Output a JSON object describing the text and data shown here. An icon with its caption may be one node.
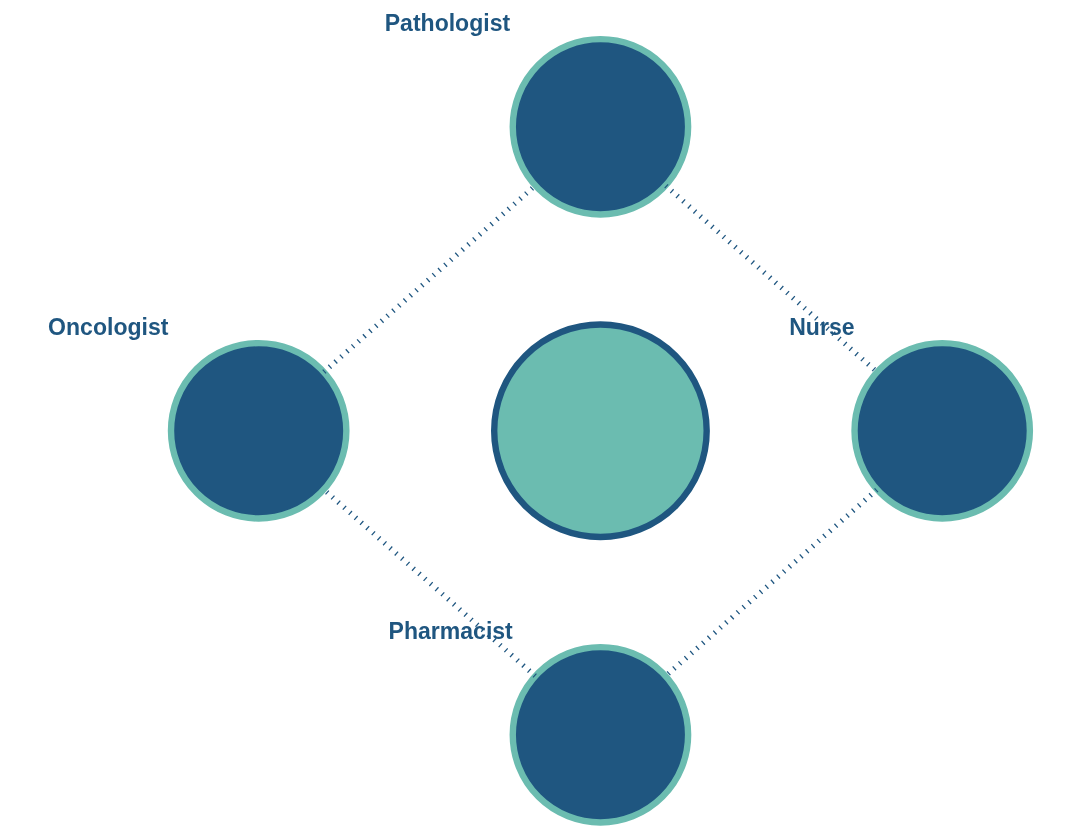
{
  "diagram": {
    "nodes": [
      {
        "text": [
          "Pathologist"
        ]
      },
      {
        "text": [
          "Oncologist"
        ]
      },
      {
        "text": [],
        "shape": "person"
      },
      {
        "text": [
          "Nurse"
        ]
      },
      {
        "text": [
          "Pharmacist"
        ]
      }
    ],
    "edges": [
      {
        "from": 0,
        "to": 3,
        "arrow": "none",
        "style": "dashed"
      },
      {
        "from": 3,
        "to": 4,
        "arrow": "none",
        "style": "dashed"
      },
      {
        "from": 4,
        "to": 1,
        "arrow": "none",
        "style": "dashed"
      },
      {
        "from": 1,
        "to": 0,
        "arrow": "none",
        "style": "dashed"
      }
    ]
  }
}
